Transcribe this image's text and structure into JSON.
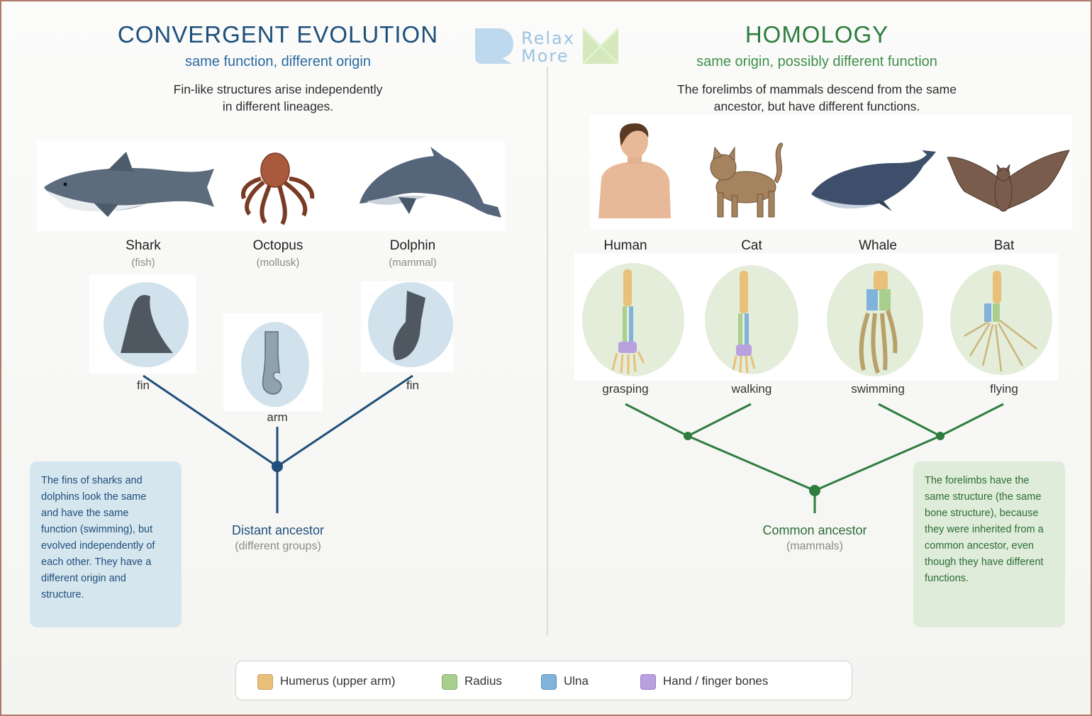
{
  "logo": {
    "line1": "Relax",
    "line2": "More"
  },
  "left": {
    "title": "CONVERGENT EVOLUTION",
    "subtitle": "same function, different origin",
    "description_line1": "Fin-like structures arise independently",
    "description_line2": "in different lineages.",
    "animals": [
      {
        "name": "Shark",
        "group": "(fish)",
        "part": "fin"
      },
      {
        "name": "Octopus",
        "group": "(mollusk)",
        "part": "arm"
      },
      {
        "name": "Dolphin",
        "group": "(mammal)",
        "part": "fin"
      }
    ],
    "ancestor": "Distant ancestor",
    "ancestor_note": "(different groups)",
    "box_lines": [
      "The fins of sharks and",
      "dolphins look the same",
      "and have the same",
      "function (swimming), but",
      "evolved independently of",
      "each other. They have a",
      "different origin and",
      "structure."
    ]
  },
  "right": {
    "title": "HOMOLOGY",
    "subtitle": "same origin, possibly different function",
    "description_line1": "The forelimbs of mammals descend from the same",
    "description_line2": "ancestor, but have different functions.",
    "animals": [
      {
        "name": "Human",
        "function": "grasping"
      },
      {
        "name": "Cat",
        "function": "walking"
      },
      {
        "name": "Whale",
        "function": "swimming"
      },
      {
        "name": "Bat",
        "function": "flying"
      }
    ],
    "ancestor": "Common ancestor",
    "ancestor_note": "(mammals)",
    "box_lines": [
      "The forelimbs have the",
      "same structure (the same",
      "bone structure), because",
      "they were inherited from a",
      "common ancestor, even",
      "though they have different",
      "functions."
    ]
  },
  "legend": [
    {
      "label": "Humerus (upper arm)",
      "color": "#e8c07a"
    },
    {
      "label": "Radius",
      "color": "#a8cf8e"
    },
    {
      "label": "Ulna",
      "color": "#7fb3dc"
    },
    {
      "label": "Hand / finger bones",
      "color": "#b9a0de"
    }
  ],
  "colors": {
    "convergent": "#1e4f7a",
    "homology": "#2e7d3e"
  }
}
